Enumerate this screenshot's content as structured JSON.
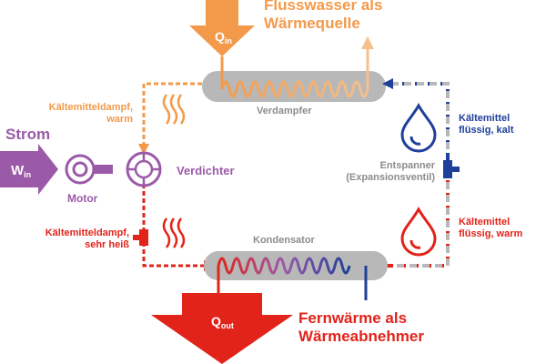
{
  "colors": {
    "orange": "#f39a4a",
    "orange_light": "#f6c08c",
    "purple": "#9b5aa8",
    "red": "#e2231a",
    "blue": "#1f3f9a",
    "gray": "#b8b8b8",
    "gray_text": "#8c8c8c"
  },
  "labels": {
    "source_water": [
      "Flusswasser als",
      "Wärmequelle"
    ],
    "q_in": {
      "main": "Q",
      "sub": "in"
    },
    "verdampfer": "Verdampfer",
    "vapor_warm": [
      "Kältemitteldampf,",
      "warm"
    ],
    "strom": "Strom",
    "w_in": {
      "main": "W",
      "sub": "in"
    },
    "motor": "Motor",
    "verdichter": "Verdichter",
    "liquid_cold": [
      "Kältemittel",
      "flüssig, kalt"
    ],
    "entspanner": [
      "Entspanner",
      "(Expansionsventil)"
    ],
    "liquid_warm": [
      "Kältemittel",
      "flüssig, warm"
    ],
    "vapor_hot": [
      "Kältemitteldampf,",
      "sehr heiß"
    ],
    "kondensator": "Kondensator",
    "q_out": {
      "main": "Q",
      "sub": "out"
    },
    "sink": [
      "Fernwärme als",
      "Wärmeabnehmer"
    ]
  },
  "icons": [
    "heat-wave-icon",
    "droplet-icon",
    "motor-icon",
    "compressor-icon",
    "valve-icon"
  ]
}
